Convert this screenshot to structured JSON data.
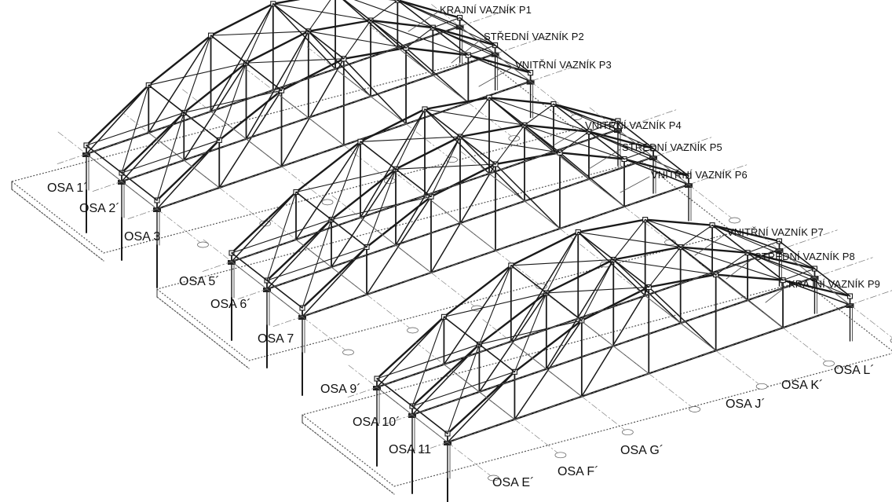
{
  "truss_labels": {
    "p1": "KRAJNÍ VAZNÍK P1",
    "p2": "STŘEDNÍ VAZNÍK P2",
    "p3": "VNITŘNÍ VAZNÍK P3",
    "p4": "VNITŘNÍ VAZNÍK P4",
    "p5": "STŘEDNÍ VAZNÍK P5",
    "p6": "VNITŘNÍ VAZNÍK P6",
    "p7": "VNITŘNÍ VAZNÍK P7",
    "p8": "STŘEDNÍ VAZNÍK P8",
    "p9": "KRAJNÍ VAZNÍK P9"
  },
  "axis_labels": {
    "osa_1": "OSA 1´",
    "osa_2": "OSA 2´",
    "osa_3": "OSA 3",
    "osa_5": "OSA 5´",
    "osa_6": "OSA 6´",
    "osa_7": "OSA 7",
    "osa_9": "OSA 9´",
    "osa_10": "OSA 10´",
    "osa_11": "OSA 11",
    "osa_e": "OSA E´",
    "osa_f": "OSA F´",
    "osa_g": "OSA G´",
    "osa_j": "OSA J´",
    "osa_k": "OSA K´",
    "osa_l": "OSA L´"
  },
  "colors": {
    "line": "#1a1a1a",
    "thin": "#555555",
    "dash": "#777777"
  }
}
